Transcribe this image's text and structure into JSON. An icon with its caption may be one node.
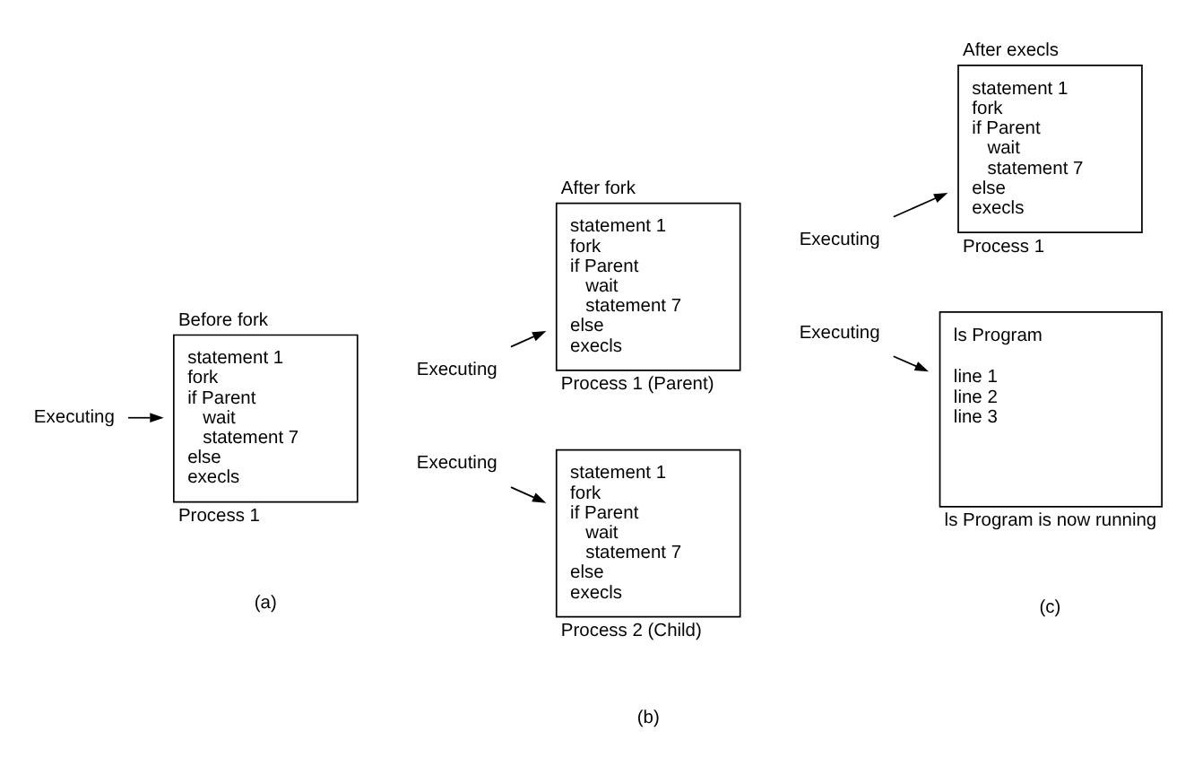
{
  "diagram": {
    "nodes": [
      {
        "text": [
          "Before fork",
          "statement 1",
          "fork",
          "if Parent",
          "wait",
          "statement 7",
          "else",
          "execls"
        ],
        "beside": [
          "Process 1"
        ]
      },
      {
        "text": [
          "Executing"
        ]
      },
      {
        "text": [
          "After fork",
          "statement 1",
          "fork",
          "if Parent",
          "wait",
          "statement 7",
          "else",
          "execls"
        ],
        "beside": [
          "Process 1 (Parent)"
        ]
      },
      {
        "text": [
          "Executing"
        ]
      },
      {
        "text": [
          "statement 1",
          "fork",
          "if Parent",
          "wait",
          "statement 7",
          "else",
          "execls"
        ],
        "beside": [
          "Process 2 (Child)"
        ]
      },
      {
        "text": [
          "Executing"
        ]
      },
      {
        "text": [
          "After execls",
          "statement 1",
          "fork",
          "if Parent",
          "wait",
          "statement 7",
          "else",
          "execls"
        ],
        "beside": [
          "Process 1"
        ]
      },
      {
        "text": [
          "Executing"
        ]
      },
      {
        "text": [
          "ls Program",
          "line 1",
          "line 2",
          "line 3"
        ],
        "beside": [
          "ls Program is now running"
        ]
      },
      {
        "text": [
          "Executing"
        ]
      }
    ],
    "edges": [
      {
        "from": 1,
        "to": 0,
        "arrow": "to"
      },
      {
        "from": 3,
        "to": 2,
        "arrow": "to"
      },
      {
        "from": 5,
        "to": 4,
        "arrow": "to"
      },
      {
        "from": 7,
        "to": 6,
        "arrow": "to"
      },
      {
        "from": 9,
        "to": 8,
        "arrow": "to"
      }
    ],
    "labels": [
      "(a)",
      "(b)",
      "(c)"
    ]
  }
}
